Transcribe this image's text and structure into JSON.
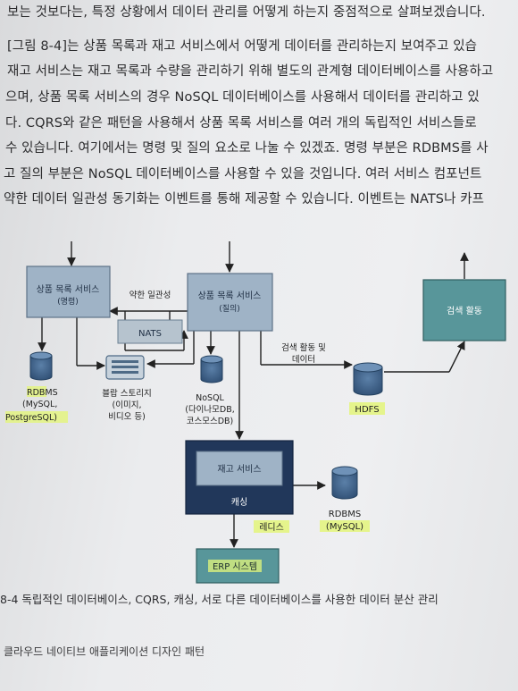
{
  "body_lines": [
    "보는 것보다는, 특정 상황에서 데이터 관리를 어떻게 하는지 중점적으로 살펴보겠습니다.",
    "[그림 8-4]는 상품 목록과 재고 서비스에서 어떻게 데이터를 관리하는지 보여주고 있습",
    "재고 서비스는 재고 목록과 수량을 관리하기 위해 별도의 관계형 데이터베이스를 사용하고",
    "으며, 상품 목록 서비스의 경우 NoSQL 데이터베이스를 사용해서 데이터를 관리하고 있",
    "다. CQRS와 같은 패턴을 사용해서 상품 목록 서비스를 여러 개의 독립적인 서비스들로",
    "수 있습니다. 여기에서는 명령 및 질의 요소로 나눌 수 있겠죠. 명령 부분은 RDBMS를 사",
    "고 질의 부분은 NoSQL 데이터베이스를 사용할 수 있을 것입니다. 여러 서비스 컴포넌트",
    "약한 데이터 일관성 동기화는 이벤트를 통해 제공할 수 있습니다. 이벤트는 NATS나 카프"
  ],
  "diagram": {
    "catalog_command": {
      "line1": "상품 목록 서비스",
      "line2": "(명령)"
    },
    "weak_consistency": "약한 일관성",
    "nats": "NATS",
    "catalog_query": {
      "line1": "상품 목록 서비스",
      "line2": "(질의)"
    },
    "search": "검색 활동",
    "search_data_label": {
      "line1": "검색 활동 및",
      "line2": "데이터"
    },
    "rdbms_left": {
      "line1": "RDBMS",
      "line2": "(MySQL,",
      "line3": "PostgreSQL)"
    },
    "blob_storage": {
      "line1": "블랍 스토리지",
      "line2": "(이미지,",
      "line3": "비디오 등)"
    },
    "nosql": {
      "line1": "NoSQL",
      "line2": "(다이나모DB,",
      "line3": "코스모스DB)"
    },
    "hdfs": "HDFS",
    "inventory": {
      "title": "재고 서비스",
      "cache": "캐싱"
    },
    "redis": "레디스",
    "rdbms_right": {
      "line1": "RDBMS",
      "line2": "(MySQL)"
    },
    "erp": "ERP 시스템"
  },
  "caption": "8-4 독립적인 데이터베이스, CQRS, 캐싱, 서로 다른 데이터베이스를 사용한 데이터 분산 관리",
  "footer": "클라우드 네이티브 애플리케이션 디자인 패턴",
  "colors": {
    "light_box": "#9fb3c6",
    "dark_box": "#21375a",
    "db": "#3d5f86",
    "teal": "#58969a",
    "highlight": "#e3f57a"
  }
}
